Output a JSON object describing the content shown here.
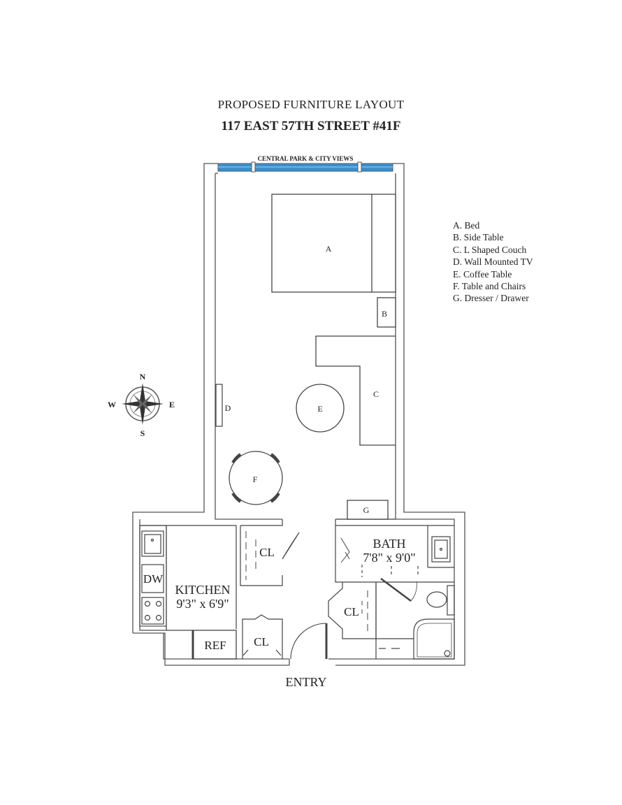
{
  "header": {
    "subtitle": "PROPOSED FURNITURE LAYOUT",
    "address": "117 EAST 57TH STREET #41F"
  },
  "views_label": "CENTRAL PARK & CITY VIEWS",
  "legend": [
    "A.  Bed",
    "B.  Side Table",
    "C.  L Shaped Couch",
    "D. Wall Mounted TV",
    "E.  Coffee Table",
    "F.  Table and Chairs",
    "G. Dresser / Drawer"
  ],
  "furniture_labels": {
    "bed": "A",
    "side_table": "B",
    "couch": "C",
    "tv": "D",
    "coffee_table": "E",
    "dining_table": "F",
    "dresser": "G"
  },
  "rooms": {
    "kitchen_name": "KITCHEN",
    "kitchen_size": "9'3\" x 6'9\"",
    "bath_name": "BATH",
    "bath_size": "7'8\" x 9'0\"",
    "closet": "CL",
    "dishwasher": "DW",
    "refrigerator": "REF",
    "entry": "ENTRY"
  },
  "compass": {
    "n": "N",
    "s": "S",
    "e": "E",
    "w": "W"
  },
  "colors": {
    "window": "#3a8fd0",
    "walls": "#555555"
  }
}
